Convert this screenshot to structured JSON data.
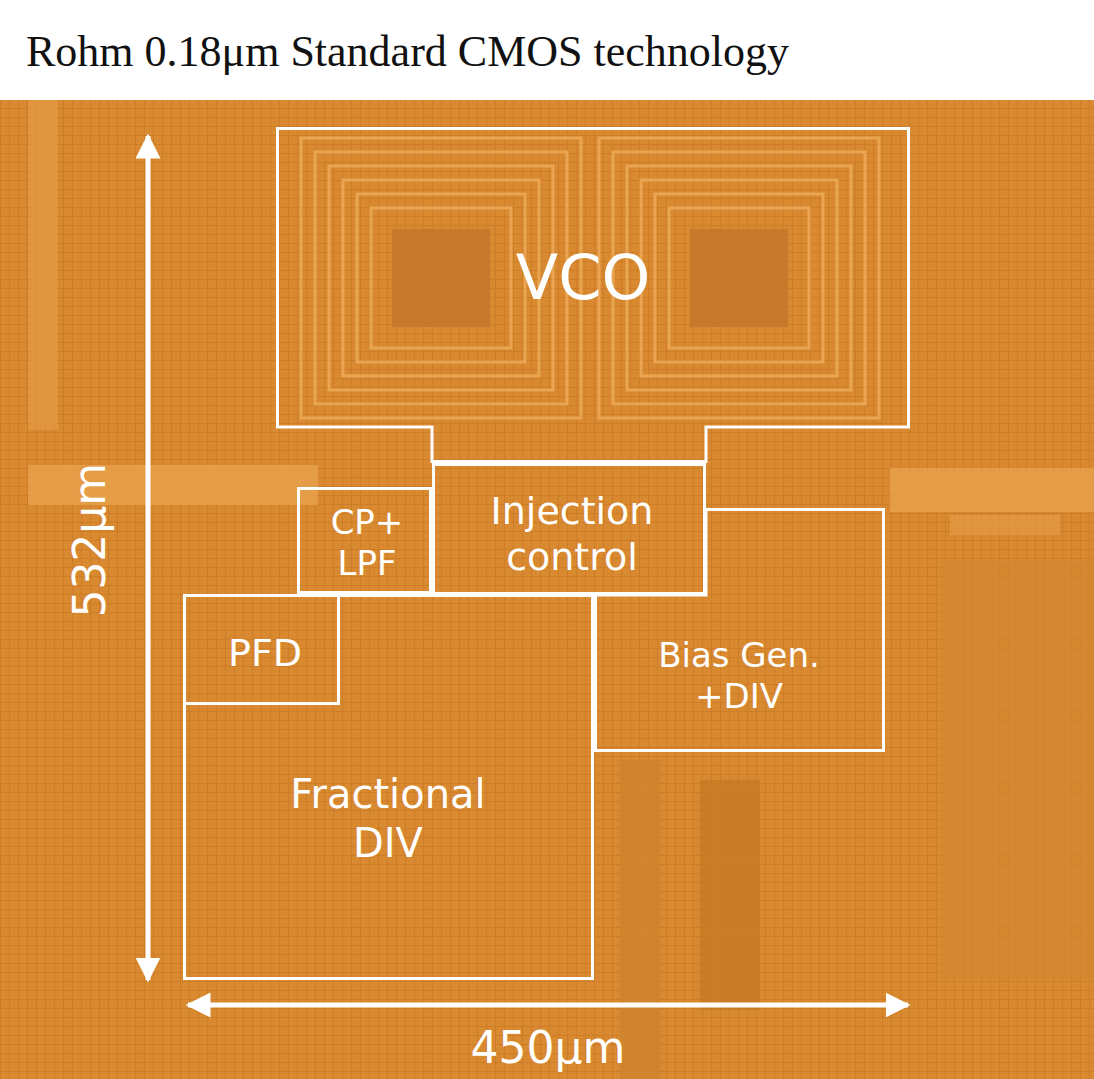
{
  "diagram": {
    "title": "Rohm 0.18μm Standard CMOS technology",
    "nodes": [
      {
        "text": [
          "VCO"
        ]
      },
      {
        "text": [
          "CP+ LPF"
        ]
      },
      {
        "text": [
          "Injection control"
        ]
      },
      {
        "text": [
          "Fractional DIV"
        ]
      },
      {
        "text": [
          "PFD"
        ],
        "in": 3
      },
      {
        "text": [
          "Bias Gen. +DIV"
        ]
      }
    ],
    "labels": [
      "532μm",
      "450μm"
    ]
  }
}
